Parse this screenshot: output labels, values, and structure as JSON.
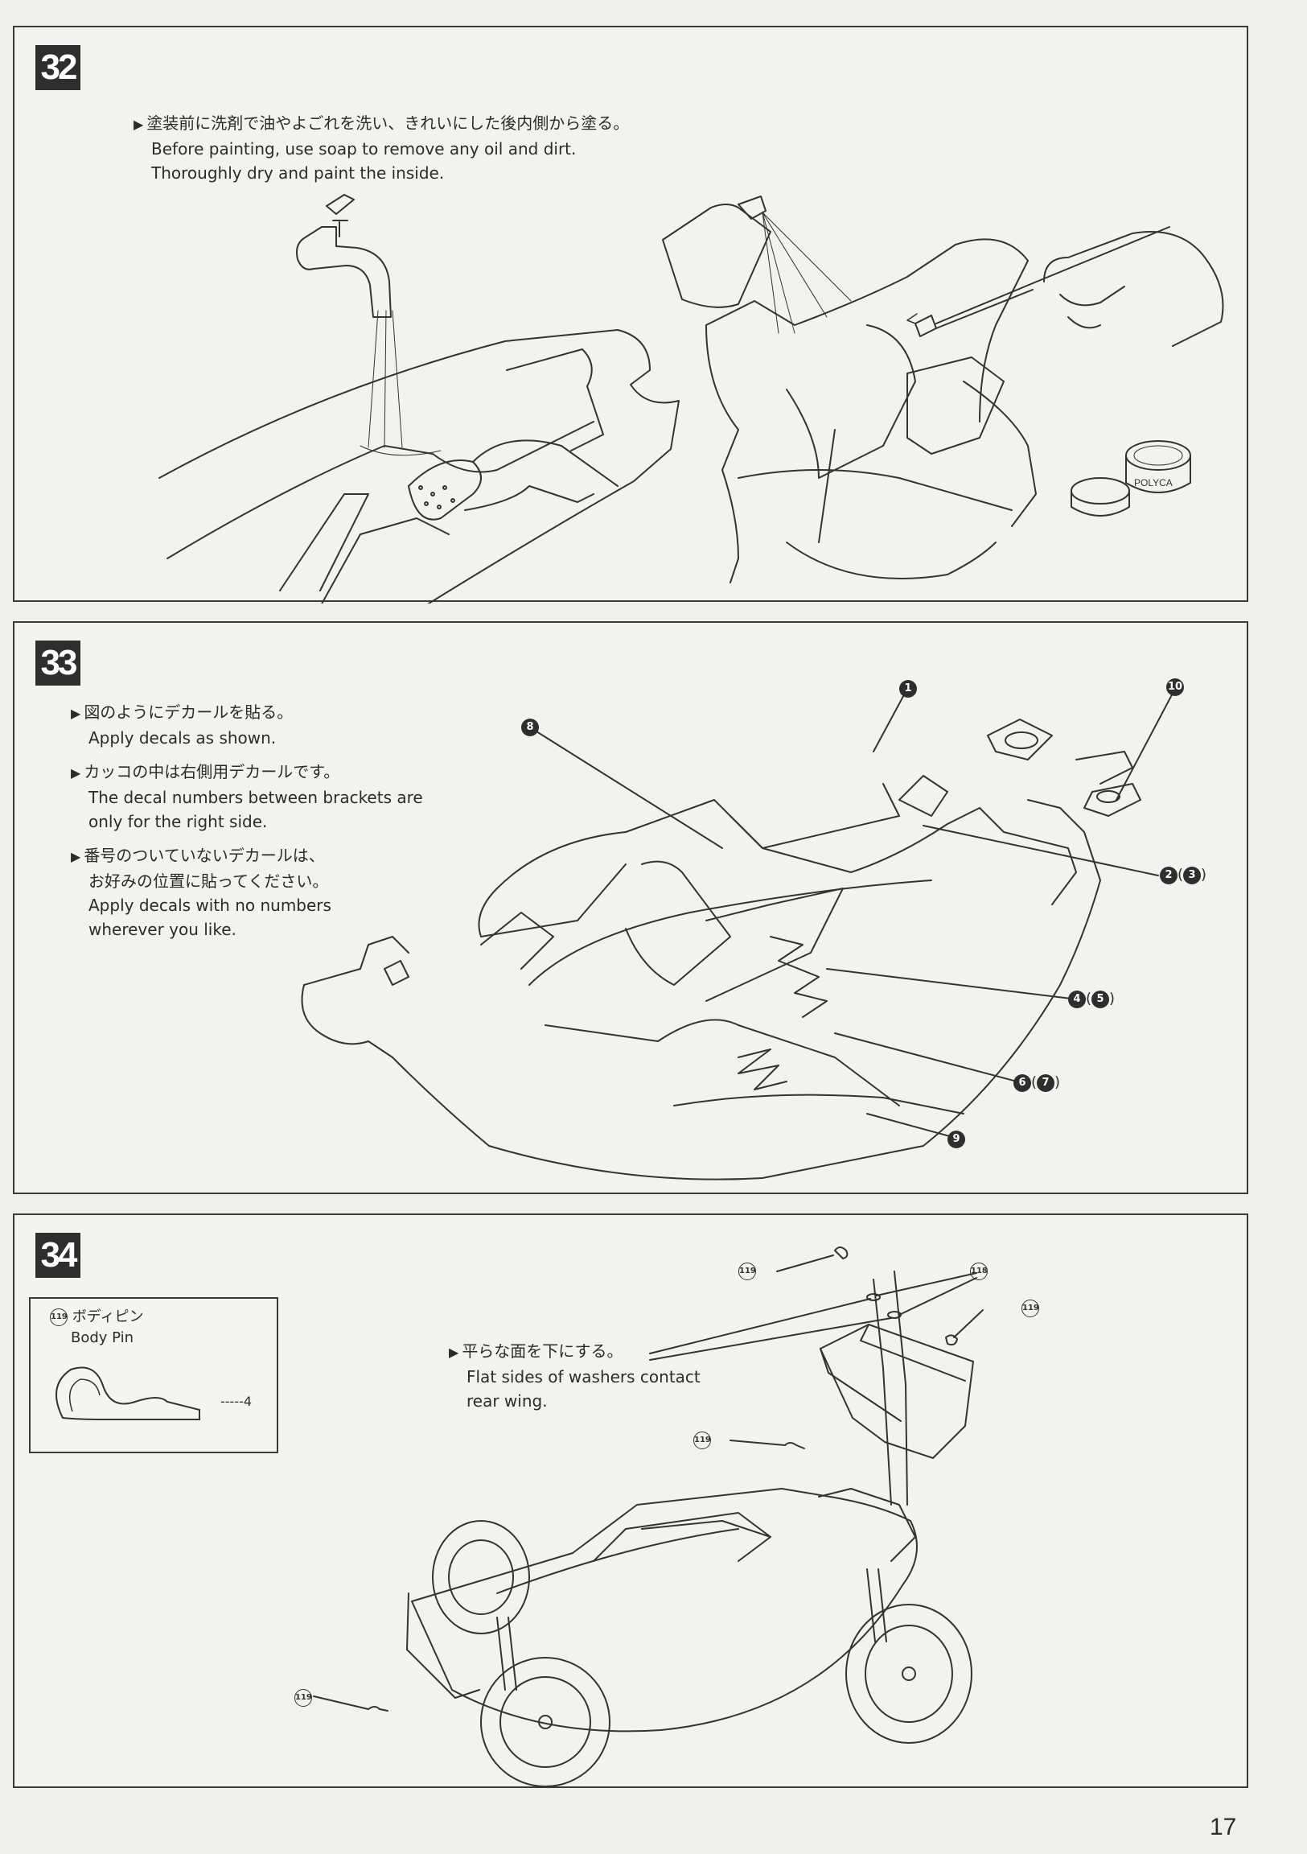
{
  "steps": [
    {
      "number": "32",
      "instruction_jp": "塗装前に洗剤で油やよごれを洗い、きれいにした後内側から塗る。",
      "instruction_en_1": "Before painting, use soap to remove any oil and dirt.",
      "instruction_en_2": "Thoroughly dry and paint the inside.",
      "paint_label": "POLYCA"
    },
    {
      "number": "33",
      "notes": [
        {
          "jp": "図のようにデカールを貼る。",
          "en": "Apply decals as shown."
        },
        {
          "jp": "カッコの中は右側用デカールです。",
          "en1": "The decal numbers between brackets are",
          "en2": "only for the right side."
        },
        {
          "jp1": "番号のついていないデカールは、",
          "jp2": "お好みの位置に貼ってください。",
          "en1": "Apply decals with no numbers",
          "en2": "wherever you like."
        }
      ],
      "callouts": {
        "c1": "1",
        "c8": "8",
        "c10": "10",
        "c2": "2",
        "c3": "3",
        "c4": "4",
        "c5": "5",
        "c6": "6",
        "c7": "7",
        "c9": "9"
      }
    },
    {
      "number": "34",
      "part": {
        "id": "119",
        "name_jp": "ボディピン",
        "name_en": "Body Pin",
        "qty": "-----4"
      },
      "instruction_jp": "平らな面を下にする。",
      "instruction_en_1": "Flat sides of washers contact",
      "instruction_en_2": "rear wing.",
      "callouts": {
        "pin": "119",
        "washer": "118"
      }
    }
  ],
  "page_number": "17",
  "icons": [
    "arrow-right-icon",
    "faucet-icon",
    "sponge-icon",
    "spray-bottle-icon",
    "brush-icon",
    "paint-jar-icon",
    "body-pin-icon"
  ]
}
